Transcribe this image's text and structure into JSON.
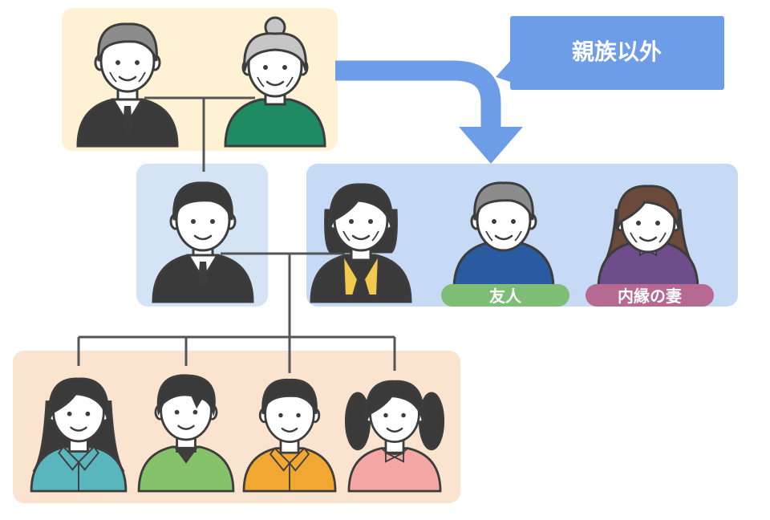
{
  "callout": {
    "text": "親族以外",
    "color": "#6d9de6"
  },
  "labels": {
    "friend": {
      "text": "友人",
      "color": "#7ebd75"
    },
    "inlaw_wife": {
      "text": "内縁の妻",
      "color": "#b66a92"
    }
  },
  "groups": {
    "grandparents": {
      "color": "#fff2d4"
    },
    "father": {
      "color": "#d4e4f5"
    },
    "mother_side": {
      "color": "#c6d9f5"
    },
    "children": {
      "color": "#fae4cf"
    }
  },
  "colors": {
    "outline": "#3d3d3d",
    "skin": "#ffffff",
    "hair_dark": "#3a3a3a",
    "hair_gray": "#8c8c8c",
    "hair_light_gray": "#c6c6c6",
    "hair_brown": "#6b4a3c",
    "suit": "#3a3a3a",
    "shirt_white": "#ffffff",
    "green_top": "#1f8a63",
    "yellow_blouse": "#f2c94c",
    "navy_top": "#2a5aa0",
    "purple_top": "#6e4e8a",
    "teal_top": "#5ab6bd",
    "green_light_top": "#85c26a",
    "orange_top": "#f3a733",
    "pink_top": "#f4a6a4"
  },
  "people": [
    {
      "id": "grandfather",
      "icon": "elderly-man-icon"
    },
    {
      "id": "grandmother",
      "icon": "elderly-woman-icon"
    },
    {
      "id": "father",
      "icon": "man-icon"
    },
    {
      "id": "mother",
      "icon": "woman-icon"
    },
    {
      "id": "friend",
      "icon": "older-man-icon"
    },
    {
      "id": "common-law-wife",
      "icon": "woman-icon"
    },
    {
      "id": "child-1",
      "icon": "girl-icon"
    },
    {
      "id": "child-2",
      "icon": "boy-icon"
    },
    {
      "id": "child-3",
      "icon": "boy-icon"
    },
    {
      "id": "child-4",
      "icon": "girl-pigtails-icon"
    }
  ]
}
